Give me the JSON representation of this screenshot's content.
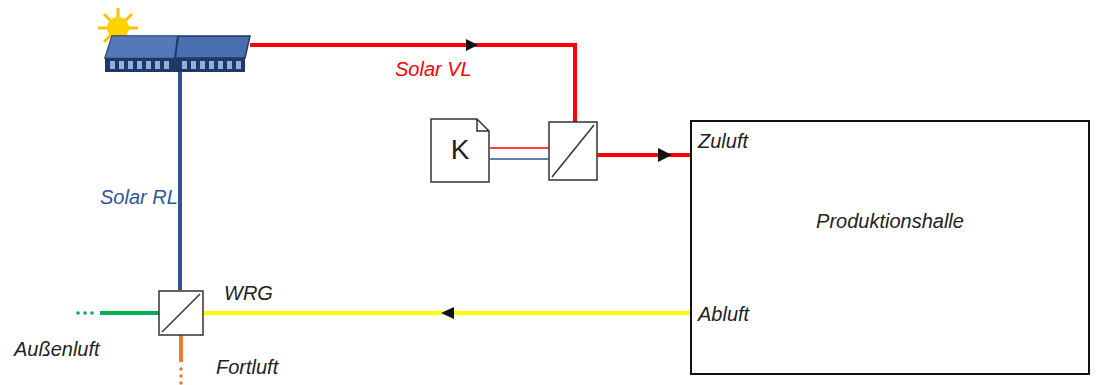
{
  "diagram": {
    "nodes": [
      {
        "text": [
          "K"
        ]
      },
      {
        "text": [
          "WRG"
        ]
      },
      {
        "text": [
          "Zuluft",
          "Produktionshalle",
          "Abluft"
        ]
      }
    ],
    "edges": [
      {
        "from": 2,
        "to": 1,
        "arrow": "to"
      }
    ],
    "labels": [
      "Solar VL",
      "Solar RL",
      "Außenluft",
      "Fortluft"
    ]
  }
}
